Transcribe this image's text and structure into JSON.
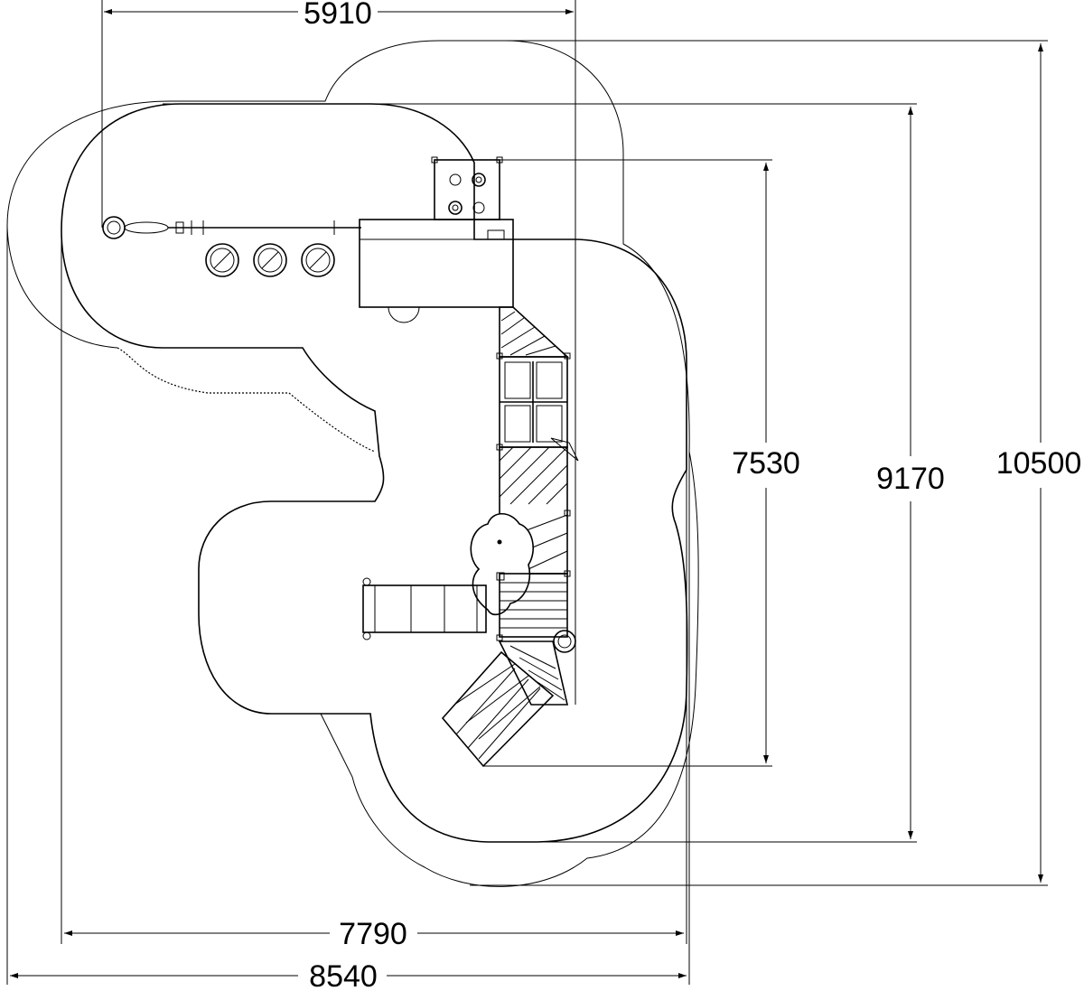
{
  "dimensions": {
    "top_width": "5910",
    "inner_height": "7530",
    "mid_height": "9170",
    "outer_height": "10500",
    "inner_width": "7790",
    "outer_width": "8540"
  },
  "colors": {
    "line": "#000000",
    "background": "#ffffff"
  }
}
